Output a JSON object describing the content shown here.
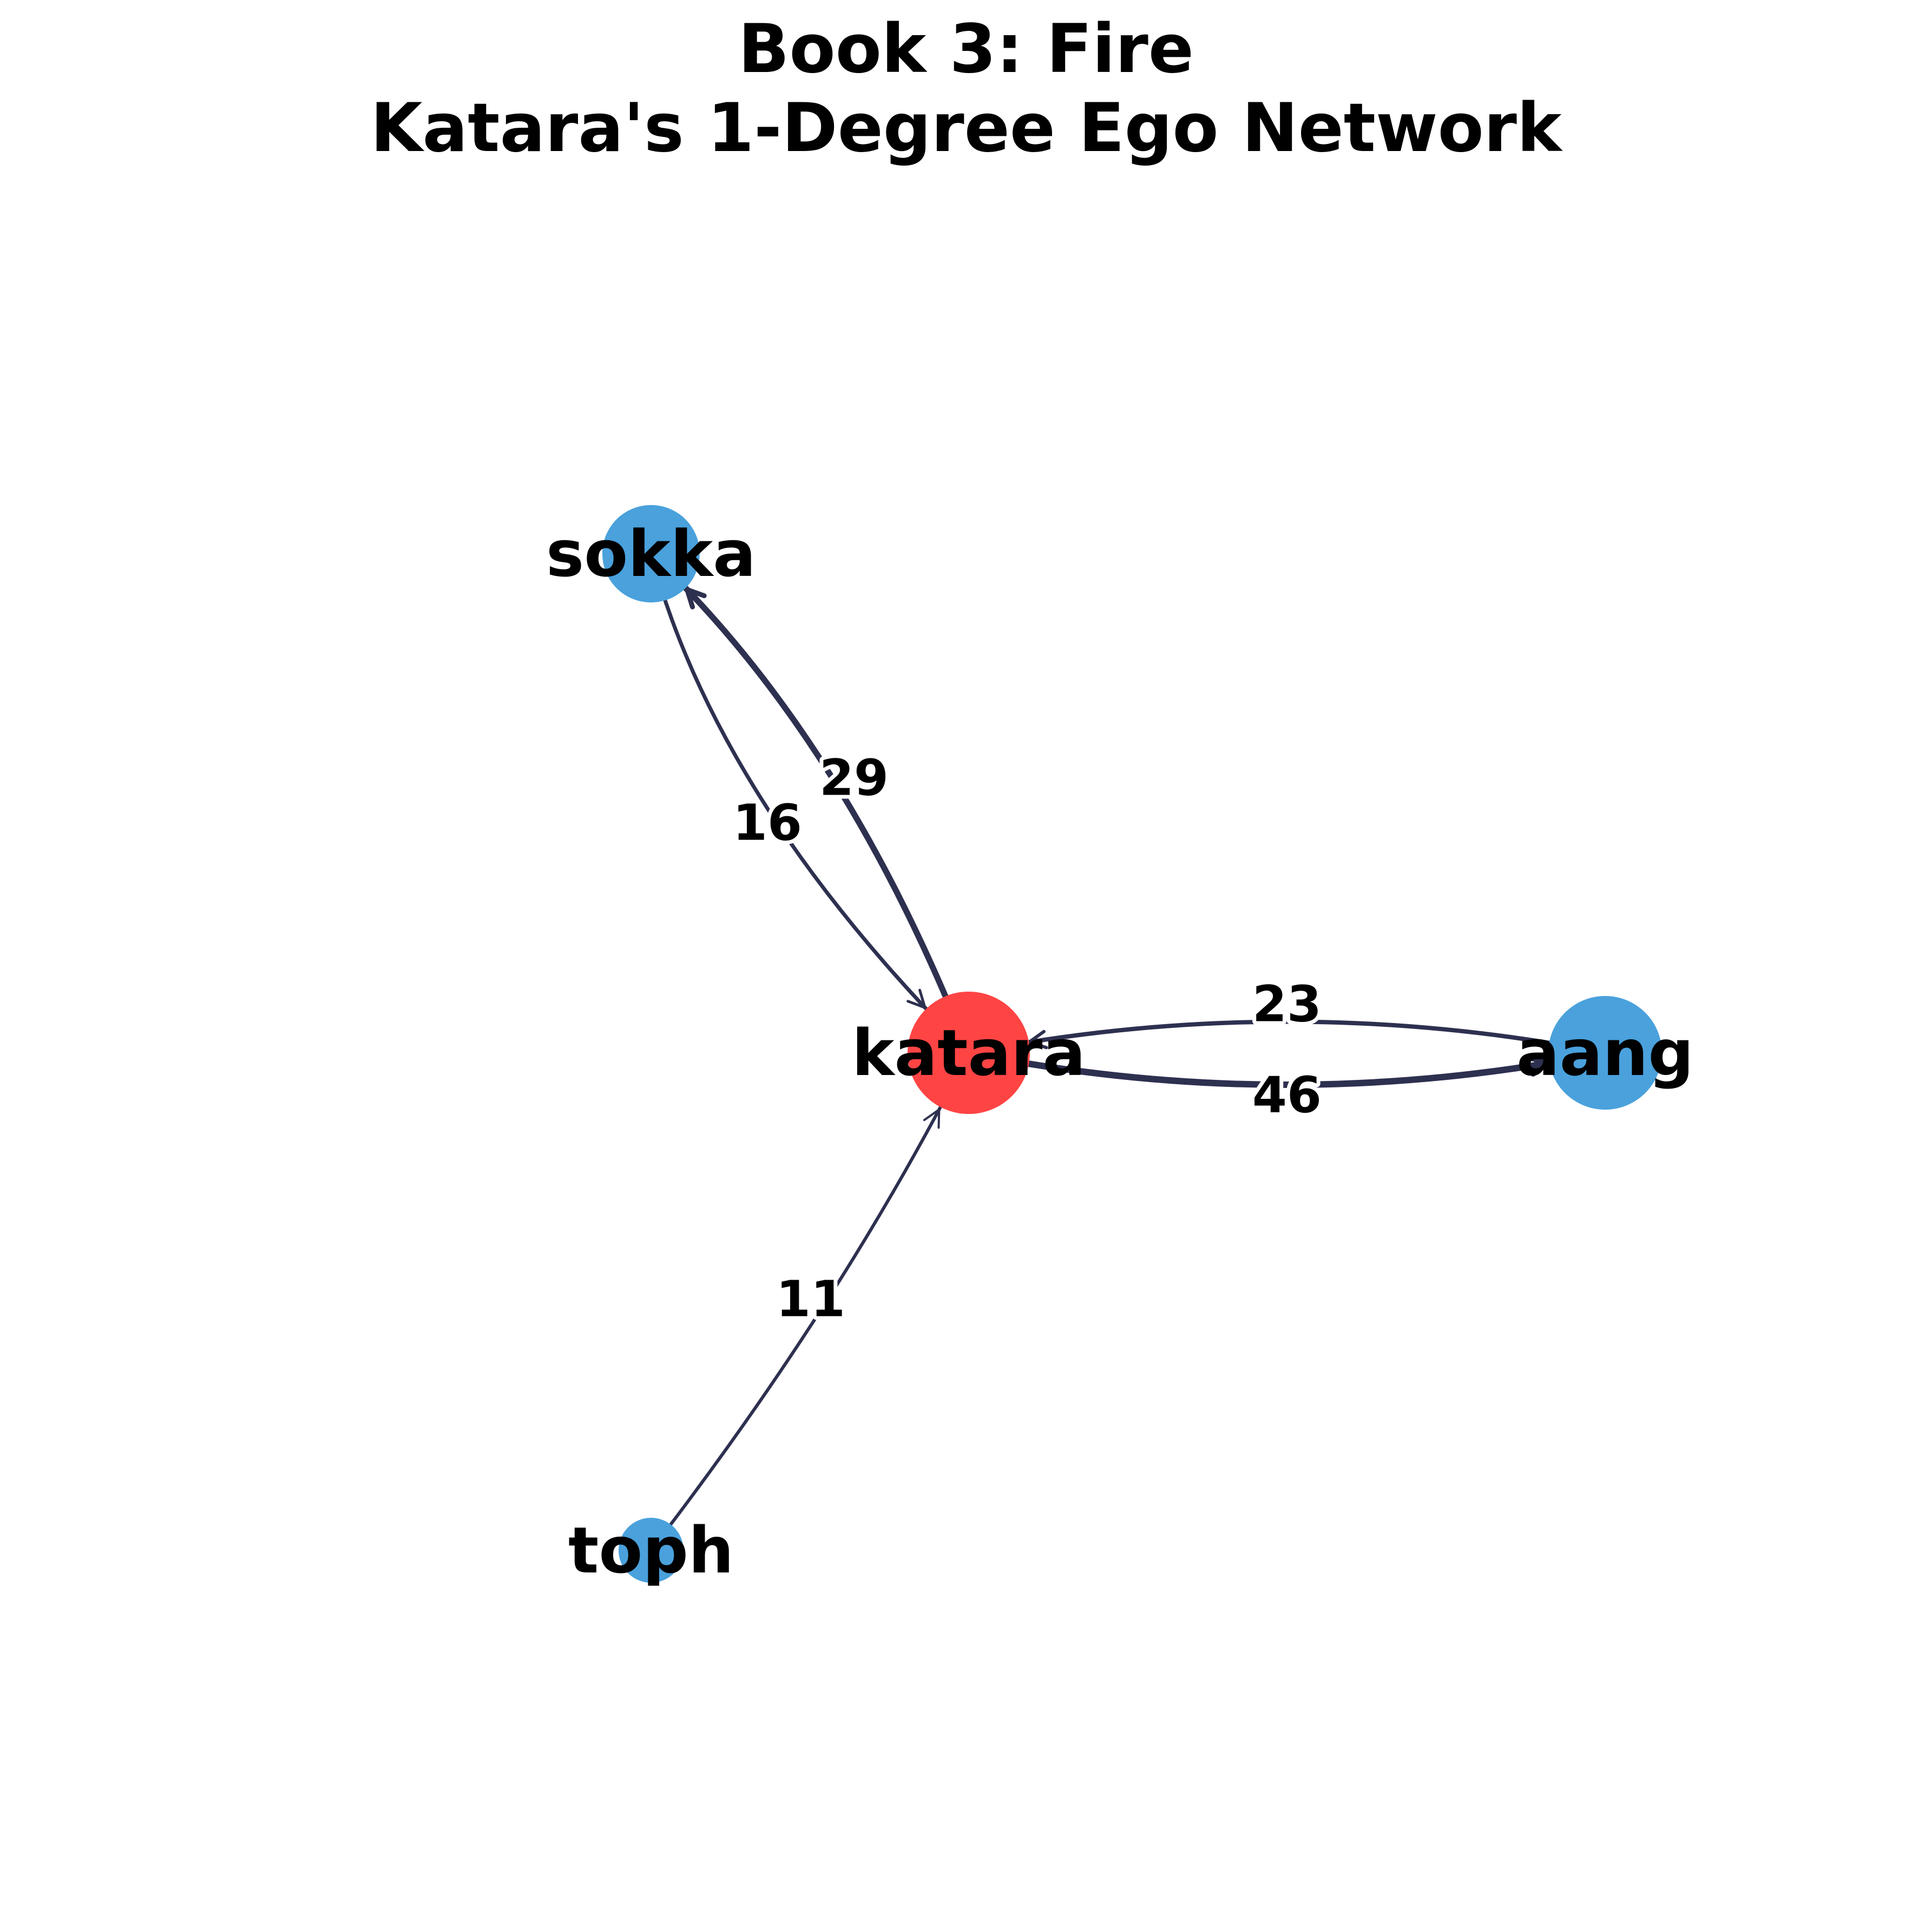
{
  "title": {
    "line1": "Book 3: Fire",
    "line2": "Katara's 1-Degree Ego Network"
  },
  "colors": {
    "ego_node": "#ff4444",
    "neighbor_node": "#4aa1dc",
    "edge": "#2e3050",
    "label_halo": "#ffffff",
    "text": "#000000"
  },
  "graph": {
    "ego": "katara",
    "nodes": [
      {
        "id": "katara",
        "label": "katara",
        "role": "ego"
      },
      {
        "id": "sokka",
        "label": "sokka",
        "role": "neighbor"
      },
      {
        "id": "aang",
        "label": "aang",
        "role": "neighbor"
      },
      {
        "id": "toph",
        "label": "toph",
        "role": "neighbor"
      }
    ],
    "edges": [
      {
        "source": "katara",
        "target": "sokka",
        "weight": "29"
      },
      {
        "source": "sokka",
        "target": "katara",
        "weight": "16"
      },
      {
        "source": "aang",
        "target": "katara",
        "weight": "23"
      },
      {
        "source": "katara",
        "target": "aang",
        "weight": "46"
      },
      {
        "source": "toph",
        "target": "katara",
        "weight": "11"
      }
    ]
  }
}
